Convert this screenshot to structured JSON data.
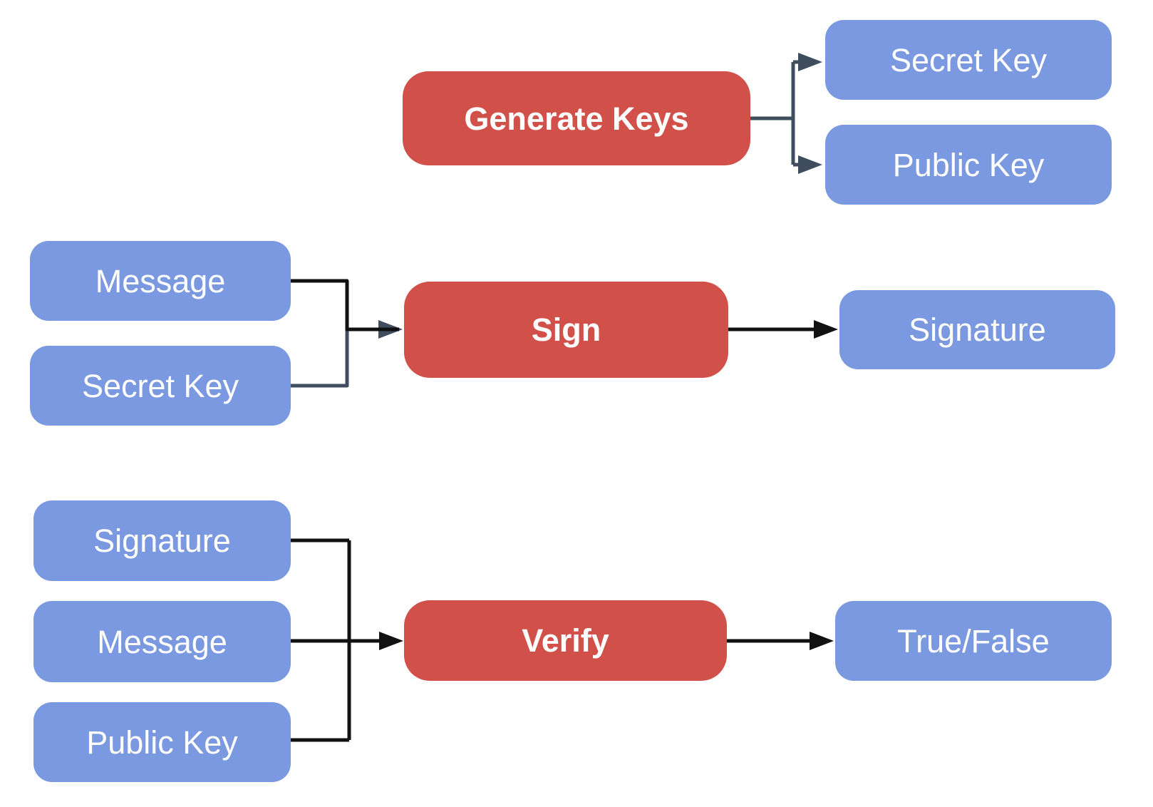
{
  "diagram": {
    "name": "digital-signature-flow",
    "colors": {
      "process_fill": "#D2504A",
      "data_fill": "#7B99E0",
      "connector_dark_slate": "#3F4D5F",
      "connector_black": "#111111",
      "text": "#FFFFFF",
      "background": "#FFFFFF"
    },
    "nodes": {
      "generate_keys": {
        "label": "Generate Keys",
        "type": "process"
      },
      "secret_key_out": {
        "label": "Secret Key",
        "type": "data"
      },
      "public_key_out": {
        "label": "Public Key",
        "type": "data"
      },
      "message_sign": {
        "label": "Message",
        "type": "data"
      },
      "secret_key_sign": {
        "label": "Secret Key",
        "type": "data"
      },
      "sign": {
        "label": "Sign",
        "type": "process"
      },
      "signature_out": {
        "label": "Signature",
        "type": "data"
      },
      "signature_verify": {
        "label": "Signature",
        "type": "data"
      },
      "message_verify": {
        "label": "Message",
        "type": "data"
      },
      "public_key_verify": {
        "label": "Public Key",
        "type": "data"
      },
      "verify": {
        "label": "Verify",
        "type": "process"
      },
      "true_false": {
        "label": "True/False",
        "type": "data"
      }
    },
    "edges": [
      {
        "from": "Generate Keys",
        "to": "Secret Key"
      },
      {
        "from": "Generate Keys",
        "to": "Public Key"
      },
      {
        "from": "Message",
        "to": "Sign"
      },
      {
        "from": "Secret Key",
        "to": "Sign"
      },
      {
        "from": "Sign",
        "to": "Signature"
      },
      {
        "from": "Signature",
        "to": "Verify"
      },
      {
        "from": "Message",
        "to": "Verify"
      },
      {
        "from": "Public Key",
        "to": "Verify"
      },
      {
        "from": "Verify",
        "to": "True/False"
      }
    ]
  }
}
